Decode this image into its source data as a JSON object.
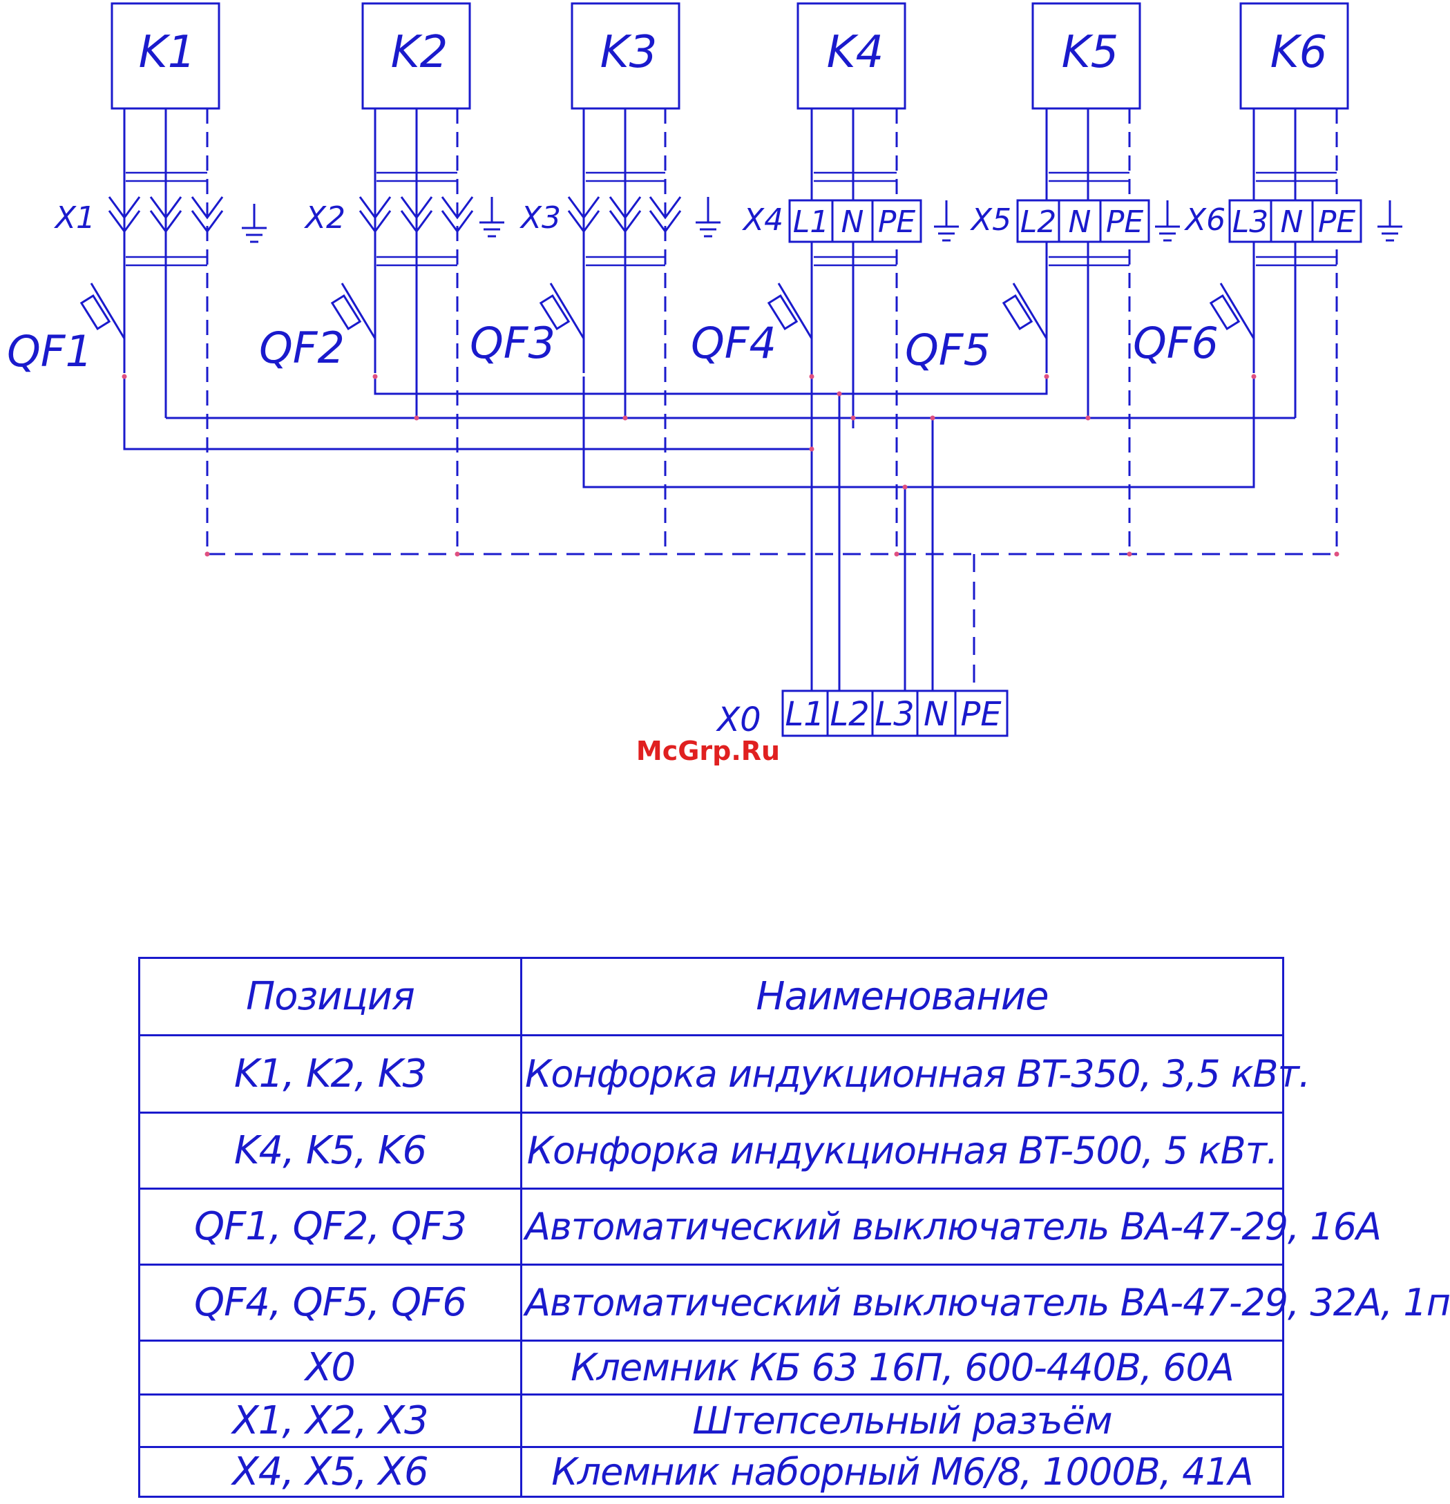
{
  "loads": [
    {
      "label": "K1"
    },
    {
      "label": "K2"
    },
    {
      "label": "K3"
    },
    {
      "label": "K4"
    },
    {
      "label": "K5"
    },
    {
      "label": "K6"
    }
  ],
  "plugs": [
    {
      "label": "X1"
    },
    {
      "label": "X2"
    },
    {
      "label": "X3"
    }
  ],
  "terminal_blocks": [
    {
      "label": "X4",
      "cells": [
        "L1",
        "N",
        "PE"
      ]
    },
    {
      "label": "X5",
      "cells": [
        "L2",
        "N",
        "PE"
      ]
    },
    {
      "label": "X6",
      "cells": [
        "L3",
        "N",
        "PE"
      ]
    }
  ],
  "breakers": [
    {
      "label": "QF1"
    },
    {
      "label": "QF2"
    },
    {
      "label": "QF3"
    },
    {
      "label": "QF4"
    },
    {
      "label": "QF5"
    },
    {
      "label": "QF6"
    }
  ],
  "main_terminal": {
    "label": "X0",
    "cells": [
      "L1",
      "L2",
      "L3",
      "N",
      "PE"
    ]
  },
  "watermark": "McGrp.Ru",
  "table": {
    "headers": [
      "Позиция",
      "Наименование"
    ],
    "rows": [
      {
        "pos": "K1, K2, K3",
        "name": "Конфорка индукционная BT-350, 3,5 кВт."
      },
      {
        "pos": "K4, K5, K6",
        "name": "Конфорка индукционная BT-500, 5 кВт."
      },
      {
        "pos": "QF1, QF2, QF3",
        "name": "Автоматический выключатель ВА-47-29, 16А"
      },
      {
        "pos": "QF4, QF5, QF6",
        "name": "Автоматический выключатель ВА-47-29, 32А, 1п"
      },
      {
        "pos": "X0",
        "name": "Клемник КБ 63 16П, 600-440В, 60А"
      },
      {
        "pos": "X1, X2, X3",
        "name": "Штепсельный разъём"
      },
      {
        "pos": "X4, X5, X6",
        "name": "Клемник наборный М6/8, 1000В, 41А"
      }
    ]
  },
  "colors": {
    "line": "#1a1acc",
    "watermark": "#e02020",
    "junction": "#e05080"
  }
}
